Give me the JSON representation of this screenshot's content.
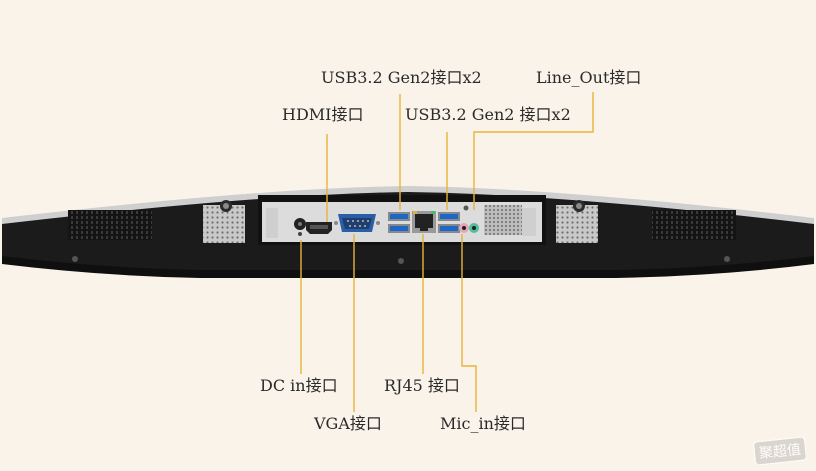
{
  "labels": {
    "usb_top": "USB3.2 Gen2接口x2",
    "line_out": "Line_Out接口",
    "hdmi": "HDMI接口",
    "usb_mid": "USB3.2 Gen2 接口x2",
    "dc_in": "DC in接口",
    "rj45": "RJ45 接口",
    "vga": "VGA接口",
    "mic_in": "Mic_in接口"
  },
  "watermark": "聚超值",
  "colors": {
    "background": "#faf3ea",
    "leader_line": "#e8b33a",
    "label_text": "#2a2a2a",
    "monitor_body": "#1b1b1b",
    "io_plate": "#dcdcdc",
    "usb_blue": "#1d67c9",
    "vga_blue": "#2a5fa8",
    "mic_pink": "#e6a6b8",
    "line_green": "#4fbf9f"
  },
  "icons": {
    "dc": "dc-jack-icon",
    "hdmi": "hdmi-port-icon",
    "vga": "vga-port-icon",
    "usb": "usb-port-icon",
    "rj45": "ethernet-port-icon",
    "audio": "audio-jack-icon",
    "screw": "screw-icon"
  }
}
